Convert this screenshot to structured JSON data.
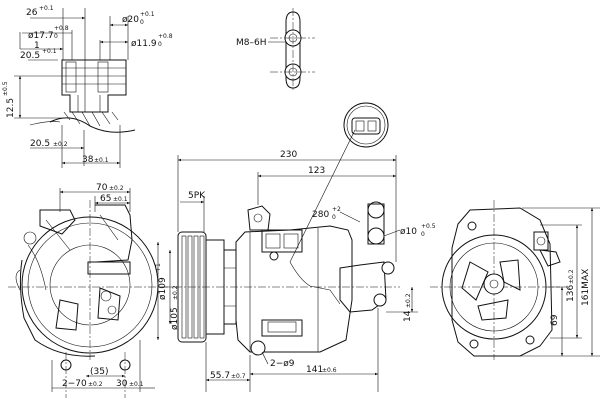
{
  "labels": {
    "d_26": "26",
    "d_26_tol": "+0.1",
    "d_phi20": "ø20",
    "d_phi20_tol": "+0.1",
    "d_phi20_tol0": "0",
    "d_phi17": "ø17.7",
    "d_phi17_tol": "+0.8",
    "d_phi17_tol0": "0",
    "d_phi11": "ø11.9",
    "d_phi11_tol": "+0.8",
    "d_phi11_tol0": "0",
    "d_1": "1",
    "d_20_5": "20.5",
    "d_20_5_tol": "+0.1",
    "d_12_5": "12.5",
    "d_12_5_tol": "±0.5",
    "d_20_5b": "20.5",
    "d_20_5b_tol": "±0.2",
    "d_38": "38",
    "d_38_tol": "±0.1",
    "thread": "M8–6H",
    "d_70": "70",
    "d_70_tol": "±0.2",
    "d_65": "65",
    "d_65_tol": "±0.1",
    "d_35": "(35)",
    "d_2_70": "2−70",
    "d_2_70_tol": "±0.2",
    "d_30": "30",
    "d_30_tol": "±0.1",
    "d_230": "230",
    "d_123": "123",
    "d_280": "280",
    "d_280_tol": "+2",
    "d_280_tol0": "0",
    "pk": "5PK",
    "d_phi10": "ø10",
    "d_phi10_tol": "+0.5",
    "d_phi10_tol0": "0",
    "d_phi109": "ø109",
    "d_phi109_tol": "+1",
    "d_phi105": "ø105",
    "d_phi105_tol": "±0.2",
    "d_14": "14",
    "d_14_tol": "±0.2",
    "d_2_phi9": "2−ø9",
    "d_55_7": "55.7",
    "d_55_7_tol": "±0.7",
    "d_141": "141",
    "d_141_tol": "±0.6",
    "d_69": "69",
    "d_136": "136",
    "d_136_tol": "±0.2",
    "d_161": "161MAX"
  }
}
